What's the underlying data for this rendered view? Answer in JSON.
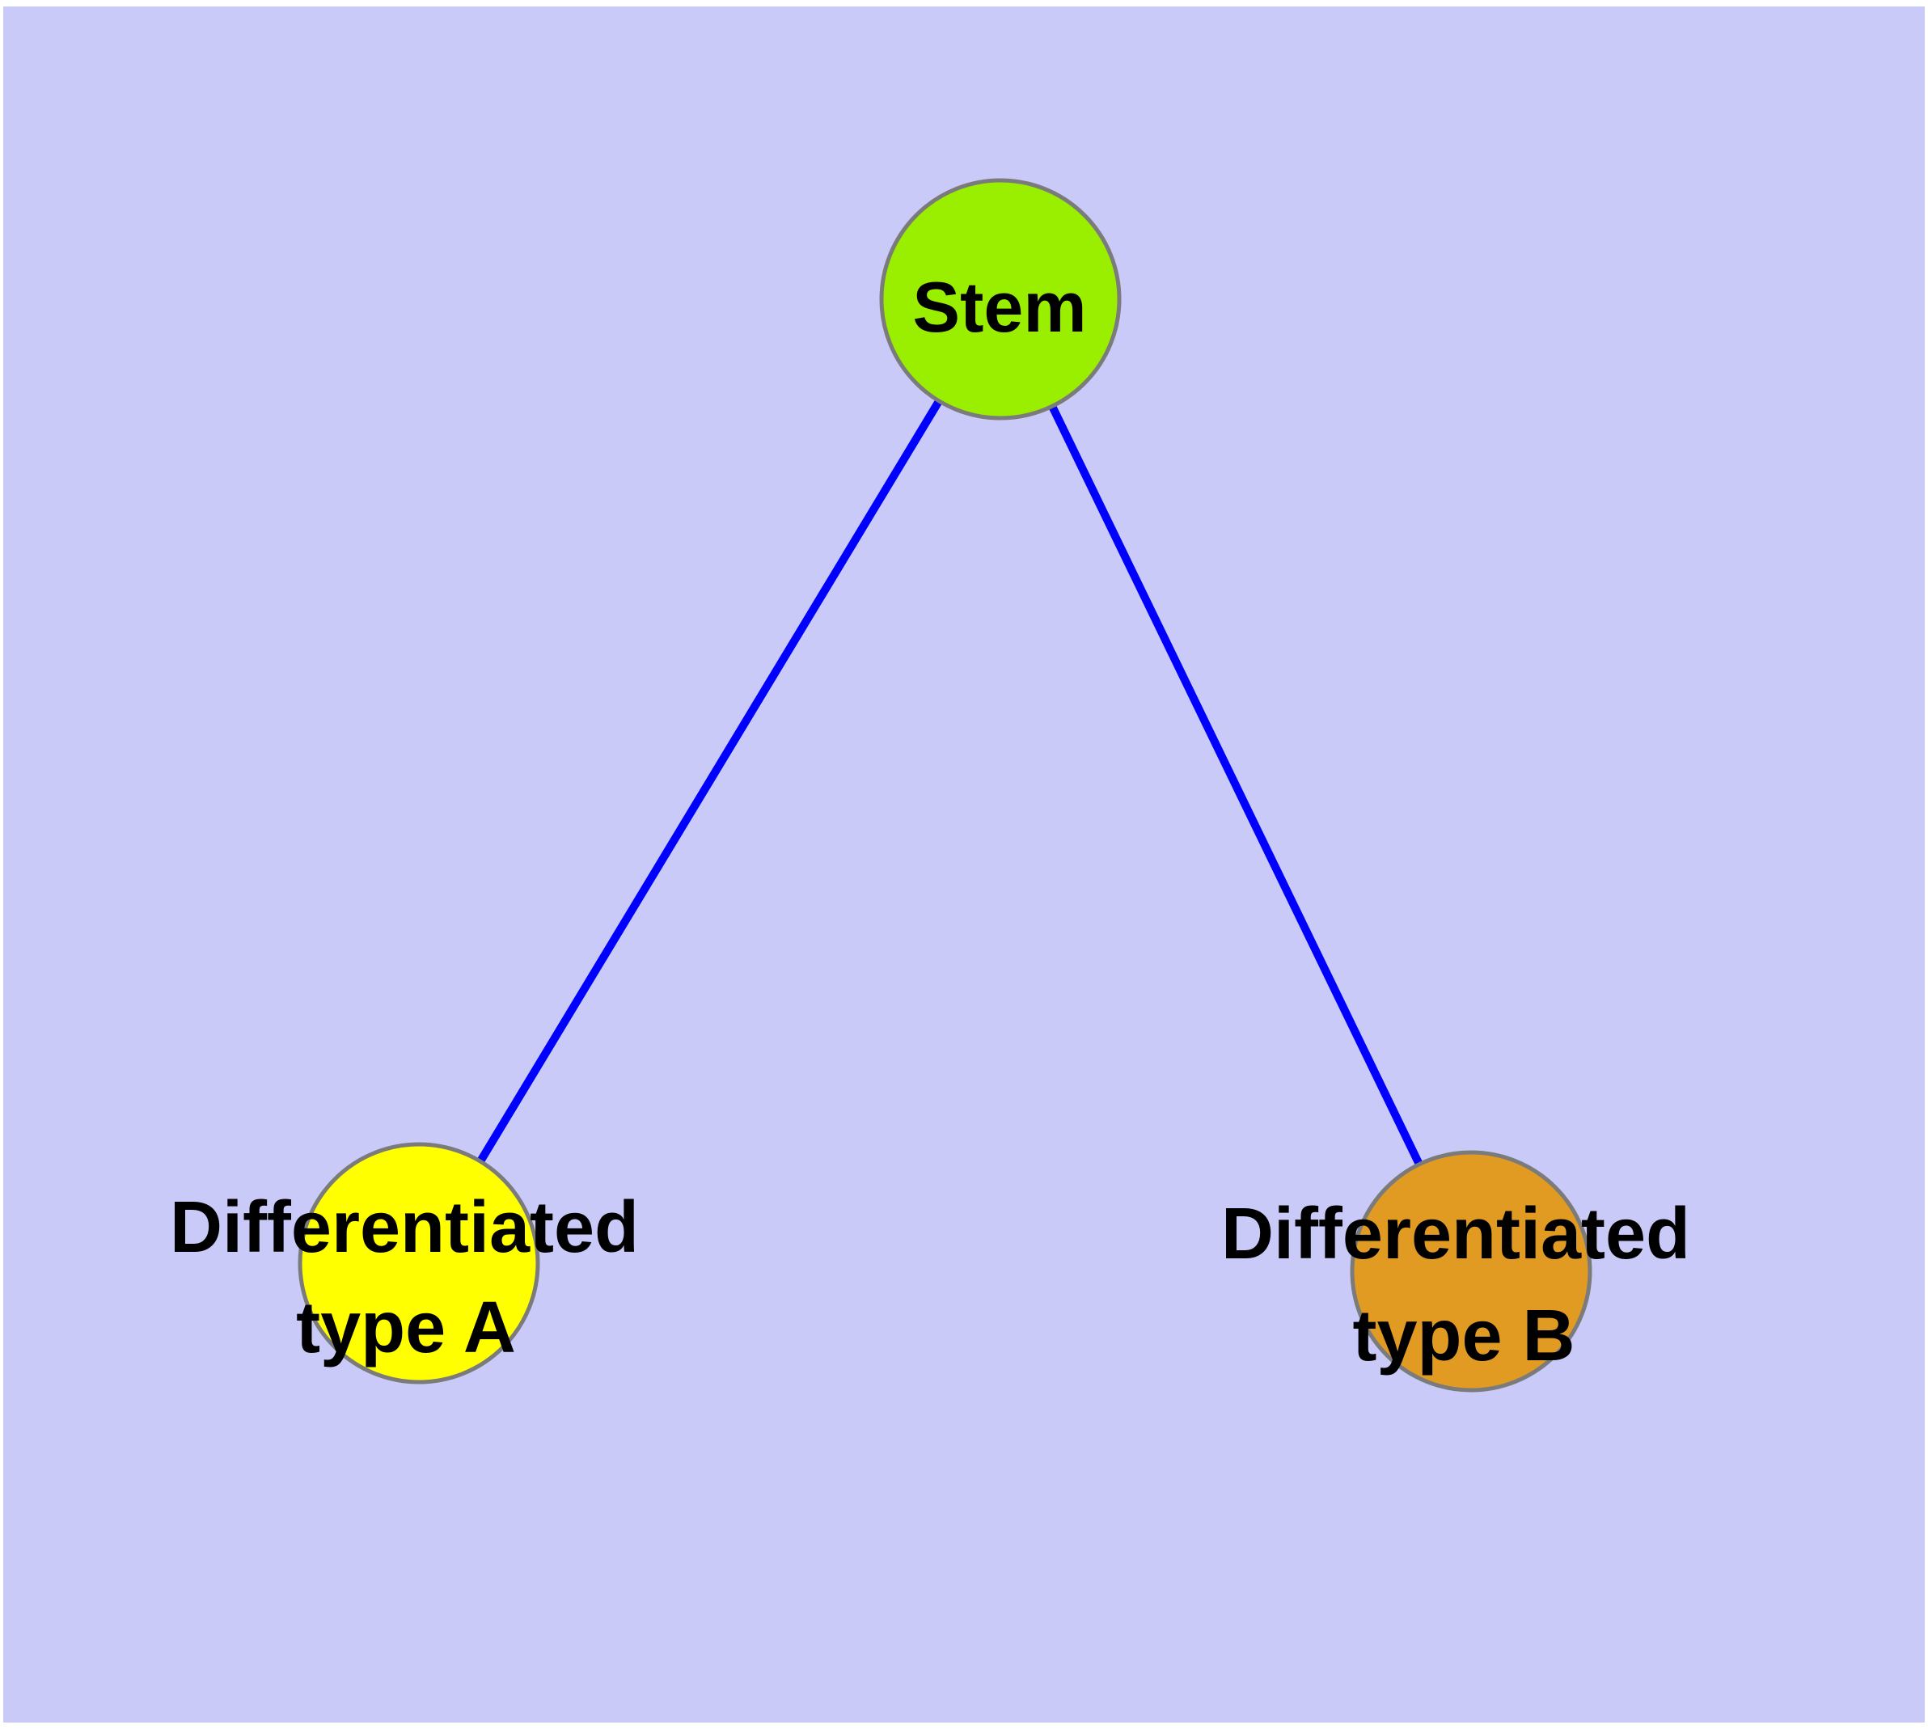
{
  "diagram": {
    "background_color": "#cacaf8",
    "edge_color": "#0000ff",
    "node_border_color": "#7b7b7b",
    "label_color": "#000000",
    "nodes": {
      "stem": {
        "label": "Stem",
        "color": "#9aee00"
      },
      "type_a": {
        "label_line1": "Differentiated",
        "label_line2": "type A",
        "color": "#ffff00"
      },
      "type_b": {
        "label_line1": "Differentiated",
        "label_line2": "type B",
        "color": "#e19b23"
      }
    },
    "edges": [
      {
        "from": "Stem",
        "to": "Differentiated type A"
      },
      {
        "from": "Stem",
        "to": "Differentiated type B"
      }
    ]
  }
}
